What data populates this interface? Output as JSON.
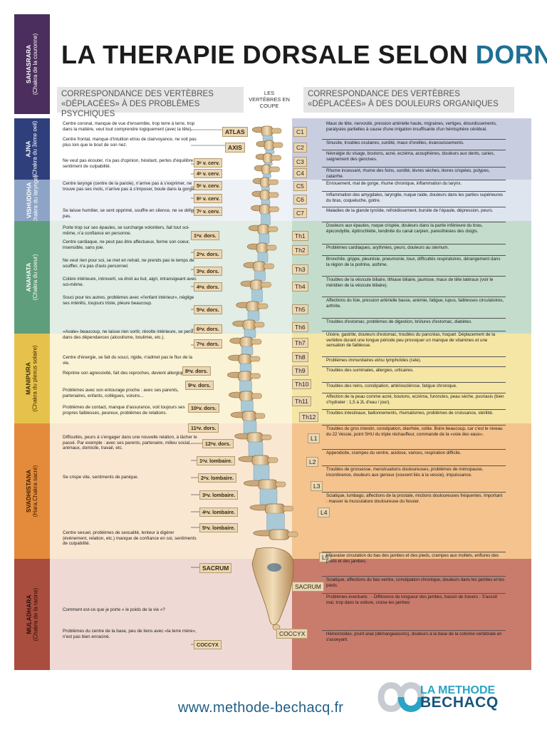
{
  "title": {
    "main": "LA THERAPIE DORSALE SELON ",
    "accent": "DORN"
  },
  "headers": {
    "left": "CORRESPONDANCE DES VERTÈBRES «DÉPLACÉES» À DES PROBLÈMES PSYCHIQUES",
    "center": "LES VERTÈBRES EN COUPE",
    "right": "CORRESPONDANCE DES VERTÈBRES «DÉPLACÉES» À DES DOULEURS ORGANIQUES"
  },
  "colors": {
    "sahasrara": "#4b2e5d",
    "ajna": "#2f3f7c",
    "vishuddha": "#8ea4c6",
    "anahata": "#5f9e7c",
    "manipura": "#e6c24c",
    "svadhistana": "#e38b3a",
    "muladhara": "#a94d3e",
    "accent": "#1f6f95"
  },
  "chakras": [
    {
      "name": "SAHASRARA",
      "sub": "(Chakra de la couronne)"
    },
    {
      "name": "AJNA",
      "sub": "(Chakra du 3ème oeil)"
    },
    {
      "name": "VISHUDDHA",
      "sub": "(Chakra du laryngé)"
    },
    {
      "name": "ANAHATA",
      "sub": "(Chakra du coeur)"
    },
    {
      "name": "MANIPURA",
      "sub": "(Chakra du plexus solaire)"
    },
    {
      "name": "SVADHISTANA",
      "sub": "(Hara,Chakra sacré)"
    },
    {
      "name": "MULADHARA",
      "sub": "(Chakra de la racine)"
    }
  ],
  "left_tags": [
    "ATLAS",
    "AXIS",
    "3ᵉ v. cerv.",
    "4ᵉ v. cerv.",
    "5ᵉ v. cerv.",
    "6ᵉ v. cerv.",
    "7ᵉ v. cerv.",
    "1ᵉv. dors.",
    "2ᵉv. dors.",
    "3ᵉv. dors.",
    "4ᵉv. dors.",
    "5ᵉv. dors.",
    "6ᵉv. dors.",
    "7ᵉv. dors.",
    "8ᵉv. dors.",
    "9ᵉv. dors.",
    "10ᵉv. dors.",
    "11ᵉv. dors.",
    "12ᵉv. dors.",
    "1ᵉv. lombaire.",
    "2ᵉv. lombaire.",
    "3ᵉv. lombaire.",
    "4ᵉv. lombaire.",
    "5ᵉv. lombaire.",
    "SACRUM",
    "COCCYX"
  ],
  "left_descriptions": [
    "Centre coronal, manque de vue d'ensemble, trop terre à terre, trop dans la matière, veut tout comprendre logiquement (avec la tête).",
    "Centre frontal, manque d'intuition et/ou de clairvoyance, ne voit pas plus loin que le bout de son nez.",
    "Ne veut pas écouter, n'a pas d'opinion, hésitant, pertes d'équilibre, sentiment de culpabilité.",
    "Centre laryngé (centre de la parole), n'arrive pas à s'exprimer, ne trouve pas ses mots, n'arrive pas à s'imposer, boule dans la gorge.",
    "Se laisse humilier, se sent opprimé, souffre en silence, ne se défend pas.",
    "Porte trop sur ses épaules, se surcharge volontiers, fait tout soi-même, n'a confiance en personne.",
    "Centre cardiaque, ne peut pas être affectueux, ferme son coeur, insensible, sans joie.",
    "Ne veut rien pour soi, se met en retrait, ne prends pas le temps de souffler, n'a pas d'avis personnel.",
    "Colère intérieure, introverti, va droit au but, aigri, intransigeant avec soi-même.",
    "Souci pour les autres, problèmes avec «l'enfant intérieur», néglige ses intérêts, toujours triste, pleure beaucoup.",
    "«Avale» beaucoup, ne laisse rien sortir, révolte intérieure, se perd dans des dépendances (alcoolisme, boulimie, etc.).",
    "Centre d'énergie, se fait du souci, rigide, n'admet pas le flux de la vie.",
    "Réprime son agressivité, fait des reproches, devient allergique.",
    "Problèmes avec son entourage proche : avec ses parents, partenaires, enfants, collègues, voisins...",
    "Problèmes de contact, manque d'assurance, voit toujours ses propres faiblesses, peureux, problèmes de relations.",
    "Difficultés, peurs à s'engager dans une nouvelle relation, à lâcher le passé. Par exemple : avec ses parents, partenaire, milieu social, animaux, domicile, travail, etc.",
    "Se crispe vite, sentiments de panique.",
    "Centre sexuel, problèmes de sexualité, lenteur à digérer (événement, relation, etc.) manque de confiance en soi, sentiments de culpabilité.",
    "Comment est-ce que je porte « le poids de la vie »?",
    "Problèmes du centre de la base, peu de liens avec «la terre mère», n'est pas bien enraciné."
  ],
  "right_tags": [
    "C1",
    "C2",
    "C3",
    "C4",
    "C5",
    "C6",
    "C7",
    "Th1",
    "Th2",
    "Th3",
    "Th4",
    "Th5",
    "Th6",
    "Th7",
    "Th8",
    "Th9",
    "Th10",
    "Th11",
    "Th12",
    "L1",
    "L2",
    "L3",
    "L4",
    "L5",
    "SACRUM",
    "COCCYX"
  ],
  "right_descriptions": [
    "Maux de tête, nervosité, pression artérielle haute, migraines, vertiges, étourdissements, paralysies partielles à cause d'une irrigation insuffisante d'un hémisphère cérébral.",
    "Sinusite, troubles oculaires, surdité, maux d'oreilles, évanouissements.",
    "Névralgie du visage, boutons, acné, eczéma, acouphènes, douleurs aux dents, caries, saignement des gencives.",
    "Rhume incessant, rhume des foins, surdité, lèvres sèches, lèvres crispées, polypes, catarrhe.",
    "Enrouement, mal de gorge, rhume chronique, inflammation du larynx.",
    "Inflammation des amygdales, laryngite, nuque raide, douleurs dans les parties supérieures du bras, coqueluche, goitre.",
    "Maladies de la glande tyroïde, refroidissement, bursite de l'épaule, dépression, peurs.",
    "Douleurs aux épaules, nuque crispée, douleurs dans la partie inférieure du bras, épicondylite, épitrochléite, tendinite du canal carpien, paresthésies des doigts.",
    "Problèmes cardiaques, arythmies, peurs, douleurs au sternum.",
    "Bronchite, grippe, pleurésie, pneumonie, toux, difficultés respiratoires, dérangement dans la région de la poitrine, asthme.",
    "Troubles de la vésicule biliaire, lithiase biliaire, jaunisse, maux de tête latéraux (voir le méridien de la vésicule biliaire).",
    "Affections du foie, pression artérielle basse, anémie, fatigue, lupus, faiblesses circulatoires, arthrite.",
    "Troubles d'estomac, problèmes de digestion, brûlures d'estomac, diabètes.",
    "Ulcère, gastrite, douleurs d'estomac, troubles du pancréas, hoquet. Déplacement de la vertèbre durant une longue période peu provoquer un manque de vitamines et une sensation de faiblesse.",
    "Problèmes immunitaires et/ou lymphoïdes (rate).",
    "Troubles des surrénales, allergies, urticaires.",
    "Troubles des reins, constipation, artériosclérose, fatigue chronique.",
    "Affection de la peau comme acné, boutons, eczéma, furoncles, peau sèche, psoriasis (bien s'hydrater : 1,5 à 2L d'eau / jour).",
    "Troubles intestinaux, ballonnements, rhumatismes, problèmes de croissance, stérilité.",
    "Troubles du gros intestin, constipation, diarrhée, colite. Boire beaucoup, car c'est le niveau du 22 Vessie, point SHU du triple réchauffeur, commande de la «voie des eaux».",
    "Appendicite, crampes du ventre, acidose, varices, respiration difficile.",
    "Troubles de grossesse, menstruations douloureuses, problèmes de ménopause, incontinence, douleurs aux genoux (souvent liés à la vessie), impuissance.",
    "Sciatique, lumbago, affections de la prostate, mictions douloureuses fréquentes. Important : masser la musculature douloureuse du fessier.",
    "Mauvaise circulation du bas des jambes et des pieds, crampes aux mollets, enflures des pieds et des jambes.",
    "Sciatique, affections du bas ventre, constipation chronique, douleurs dans les jambes et les pieds.",
    "Problèmes éventuels : - Différence de longueur des jambes, bassin de travers - S'assoit mal, trop dans la voiture, croise les jambes",
    "Hémorroïdes, prurit anal (démangeaisons), douleurs à la base de la colonne vertébrale en s'asseyant."
  ],
  "footer": {
    "url": "www.methode-bechacq.fr",
    "logo_line1": "LA METHODE",
    "logo_line2": "BECHACQ"
  },
  "icons": {
    "logo": "infinity-logo-icon"
  }
}
